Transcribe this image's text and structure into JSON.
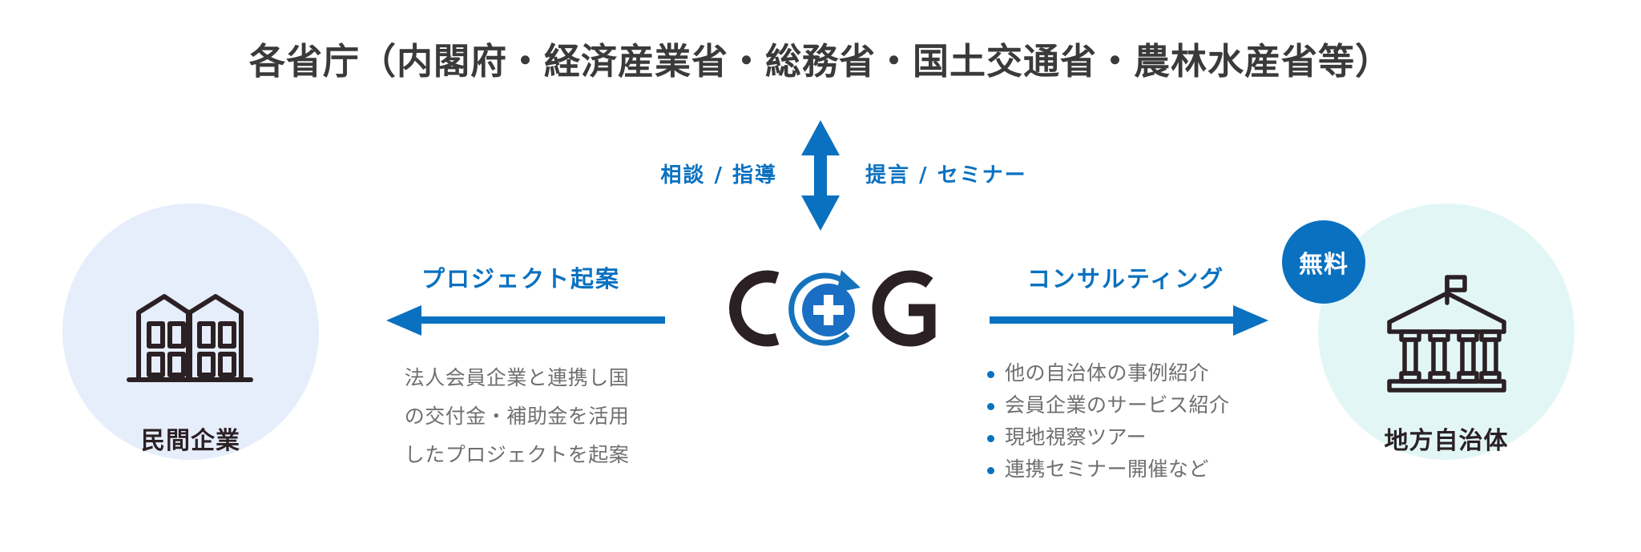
{
  "colors": {
    "accent_blue": "#0a71c0",
    "dark_text": "#3a3a3a",
    "body_text": "#6f6f6f",
    "icon_dark": "#2b2024",
    "left_circle_bg": "#e6eefb",
    "right_circle_bg": "#e2f7f5",
    "badge_bg": "#0a71c0",
    "background": "#ffffff"
  },
  "title": "各省庁（内閣府・経済産業省・総務省・国土交通省・農林水産省等）",
  "vertical_flow": {
    "arrow_icon": "double-headed-vertical-arrow-icon",
    "left_label": "相談 / 指導",
    "right_label": "提言 / セミナー"
  },
  "left_node": {
    "icon": "office-buildings-icon",
    "label": "民間企業"
  },
  "right_node": {
    "icon": "government-building-icon",
    "label": "地方自治体",
    "badge": "無料"
  },
  "left_flow": {
    "arrow_icon": "arrow-left-icon",
    "label": "プロジェクト起案",
    "description_lines": [
      "法人会員企業と連携し国",
      "の交付金・補助金を活用",
      "したプロジェクトを起案"
    ]
  },
  "center_logo": {
    "letter_left": "C",
    "letter_right": "G",
    "mark_icon": "circular-arrow-plus-icon"
  },
  "right_flow": {
    "arrow_icon": "arrow-right-icon",
    "label": "コンサルティング",
    "bullets": [
      "他の自治体の事例紹介",
      "会員企業のサービス紹介",
      "現地視察ツアー",
      "連携セミナー開催など"
    ]
  }
}
